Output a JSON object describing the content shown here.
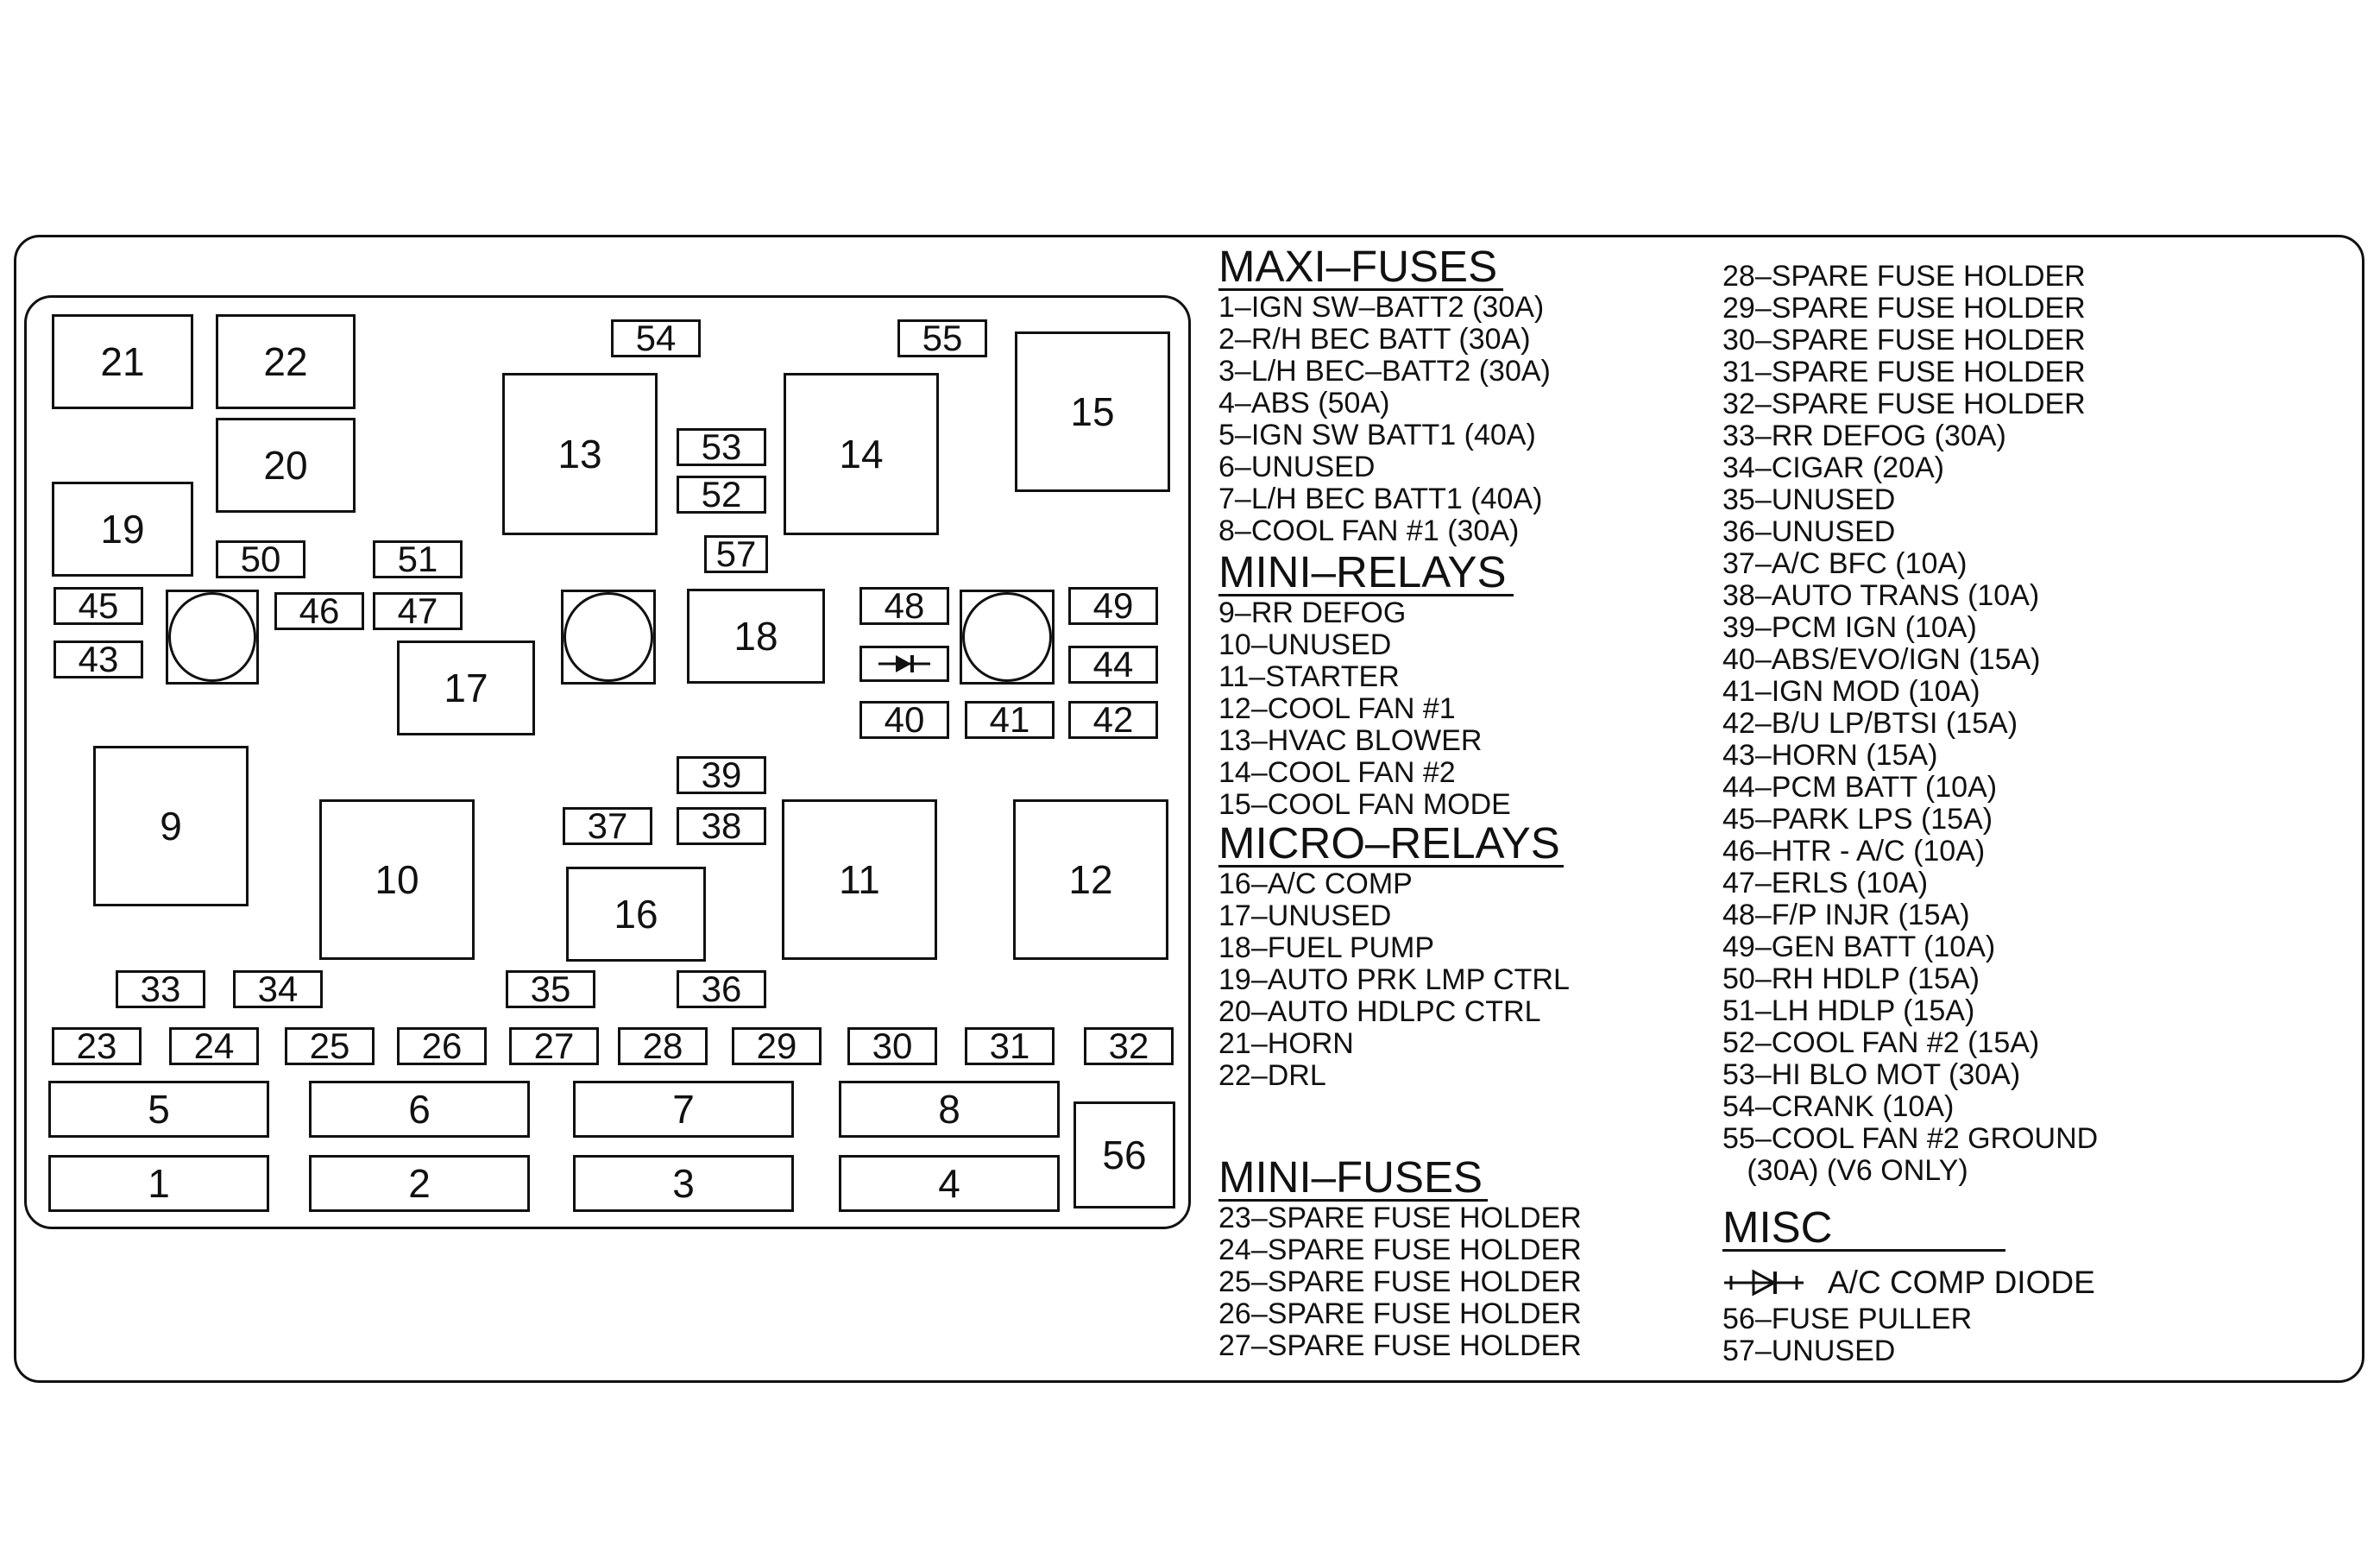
{
  "fuse_box": {
    "blocks": [
      {
        "id": "21",
        "label": "21",
        "size": "big"
      },
      {
        "id": "22",
        "label": "22",
        "size": "big"
      },
      {
        "id": "20",
        "label": "20",
        "size": "big"
      },
      {
        "id": "19",
        "label": "19",
        "size": "big"
      },
      {
        "id": "13",
        "label": "13",
        "size": "big"
      },
      {
        "id": "14",
        "label": "14",
        "size": "big"
      },
      {
        "id": "15",
        "label": "15",
        "size": "big"
      },
      {
        "id": "18",
        "label": "18",
        "size": "big"
      },
      {
        "id": "17",
        "label": "17",
        "size": "big"
      },
      {
        "id": "9",
        "label": "9",
        "size": "big"
      },
      {
        "id": "10",
        "label": "10",
        "size": "big"
      },
      {
        "id": "11",
        "label": "11",
        "size": "big"
      },
      {
        "id": "12",
        "label": "12",
        "size": "big"
      },
      {
        "id": "16",
        "label": "16",
        "size": "big"
      },
      {
        "id": "54",
        "label": "54",
        "size": "med"
      },
      {
        "id": "55",
        "label": "55",
        "size": "med"
      },
      {
        "id": "53",
        "label": "53",
        "size": "med"
      },
      {
        "id": "52",
        "label": "52",
        "size": "med"
      },
      {
        "id": "57",
        "label": "57",
        "size": "med"
      },
      {
        "id": "50",
        "label": "50",
        "size": "med"
      },
      {
        "id": "51",
        "label": "51",
        "size": "med"
      },
      {
        "id": "45",
        "label": "45",
        "size": "med"
      },
      {
        "id": "43",
        "label": "43",
        "size": "med"
      },
      {
        "id": "46",
        "label": "46",
        "size": "med"
      },
      {
        "id": "47",
        "label": "47",
        "size": "med"
      },
      {
        "id": "48",
        "label": "48",
        "size": "med"
      },
      {
        "id": "49",
        "label": "49",
        "size": "med"
      },
      {
        "id": "44",
        "label": "44",
        "size": "med"
      },
      {
        "id": "40",
        "label": "40",
        "size": "med"
      },
      {
        "id": "41",
        "label": "41",
        "size": "med"
      },
      {
        "id": "42",
        "label": "42",
        "size": "med"
      },
      {
        "id": "39",
        "label": "39",
        "size": "med"
      },
      {
        "id": "37",
        "label": "37",
        "size": "med"
      },
      {
        "id": "38",
        "label": "38",
        "size": "med"
      },
      {
        "id": "33",
        "label": "33",
        "size": "med"
      },
      {
        "id": "34",
        "label": "34",
        "size": "med"
      },
      {
        "id": "35",
        "label": "35",
        "size": "med"
      },
      {
        "id": "36",
        "label": "36",
        "size": "med"
      },
      {
        "id": "23",
        "label": "23",
        "size": "med"
      },
      {
        "id": "24",
        "label": "24",
        "size": "med"
      },
      {
        "id": "25",
        "label": "25",
        "size": "med"
      },
      {
        "id": "26",
        "label": "26",
        "size": "med"
      },
      {
        "id": "27",
        "label": "27",
        "size": "med"
      },
      {
        "id": "28",
        "label": "28",
        "size": "med"
      },
      {
        "id": "29",
        "label": "29",
        "size": "med"
      },
      {
        "id": "30",
        "label": "30",
        "size": "med"
      },
      {
        "id": "31",
        "label": "31",
        "size": "med"
      },
      {
        "id": "32",
        "label": "32",
        "size": "med"
      },
      {
        "id": "5",
        "label": "5",
        "size": "big"
      },
      {
        "id": "6",
        "label": "6",
        "size": "big"
      },
      {
        "id": "7",
        "label": "7",
        "size": "big"
      },
      {
        "id": "8",
        "label": "8",
        "size": "big"
      },
      {
        "id": "1",
        "label": "1",
        "size": "big"
      },
      {
        "id": "2",
        "label": "2",
        "size": "big"
      },
      {
        "id": "3",
        "label": "3",
        "size": "big"
      },
      {
        "id": "4",
        "label": "4",
        "size": "big"
      },
      {
        "id": "56",
        "label": "56",
        "size": "big"
      }
    ]
  },
  "legend": {
    "maxi_fuses": {
      "heading": "MAXI–FUSES",
      "items": [
        "1–IGN SW–BATT2 (30A)",
        "2–R/H BEC BATT (30A)",
        "3–L/H BEC–BATT2 (30A)",
        "4–ABS (50A)",
        "5–IGN SW BATT1 (40A)",
        "6–UNUSED",
        "7–L/H BEC BATT1 (40A)",
        "8–COOL FAN #1 (30A)"
      ]
    },
    "mini_relays": {
      "heading": "MINI–RELAYS",
      "items": [
        "9–RR DEFOG",
        "10–UNUSED",
        "11–STARTER",
        "12–COOL FAN #1",
        "13–HVAC BLOWER",
        "14–COOL FAN #2",
        "15–COOL FAN MODE"
      ]
    },
    "micro_relays": {
      "heading": "MICRO–RELAYS",
      "items": [
        "16–A/C COMP",
        "17–UNUSED",
        "18–FUEL PUMP",
        "19–AUTO PRK LMP CTRL",
        "20–AUTO HDLPC CTRL",
        "21–HORN",
        "22–DRL"
      ]
    },
    "mini_fuses": {
      "heading": "MINI–FUSES",
      "items": [
        "23–SPARE FUSE HOLDER",
        "24–SPARE FUSE HOLDER",
        "25–SPARE FUSE HOLDER",
        "26–SPARE FUSE HOLDER",
        "27–SPARE FUSE HOLDER"
      ]
    },
    "right_column": {
      "items": [
        "28–SPARE FUSE HOLDER",
        "29–SPARE FUSE HOLDER",
        "30–SPARE FUSE HOLDER",
        "31–SPARE FUSE HOLDER",
        "32–SPARE FUSE HOLDER",
        "33–RR DEFOG (30A)",
        "34–CIGAR (20A)",
        "35–UNUSED",
        "36–UNUSED",
        "37–A/C BFC (10A)",
        "38–AUTO TRANS (10A)",
        "39–PCM IGN (10A)",
        "40–ABS/EVO/IGN (15A)",
        "41–IGN MOD (10A)",
        "42–B/U LP/BTSI (15A)",
        "43–HORN (15A)",
        "44–PCM BATT (10A)",
        "45–PARK LPS (15A)",
        "46–HTR - A/C (10A)",
        "47–ERLS (10A)",
        "48–F/P INJR (15A)",
        "49–GEN BATT (10A)",
        "50–RH HDLP (15A)",
        "51–LH HDLP (15A)",
        "52–COOL FAN #2 (15A)",
        "53–HI BLO MOT (30A)",
        "54–CRANK (10A)",
        "55–COOL FAN #2 GROUND",
        "   (30A) (V6 ONLY)"
      ]
    },
    "misc": {
      "heading": "MISC",
      "diode_label": "A/C COMP DIODE",
      "items": [
        "56–FUSE PULLER",
        "57–UNUSED"
      ]
    }
  }
}
